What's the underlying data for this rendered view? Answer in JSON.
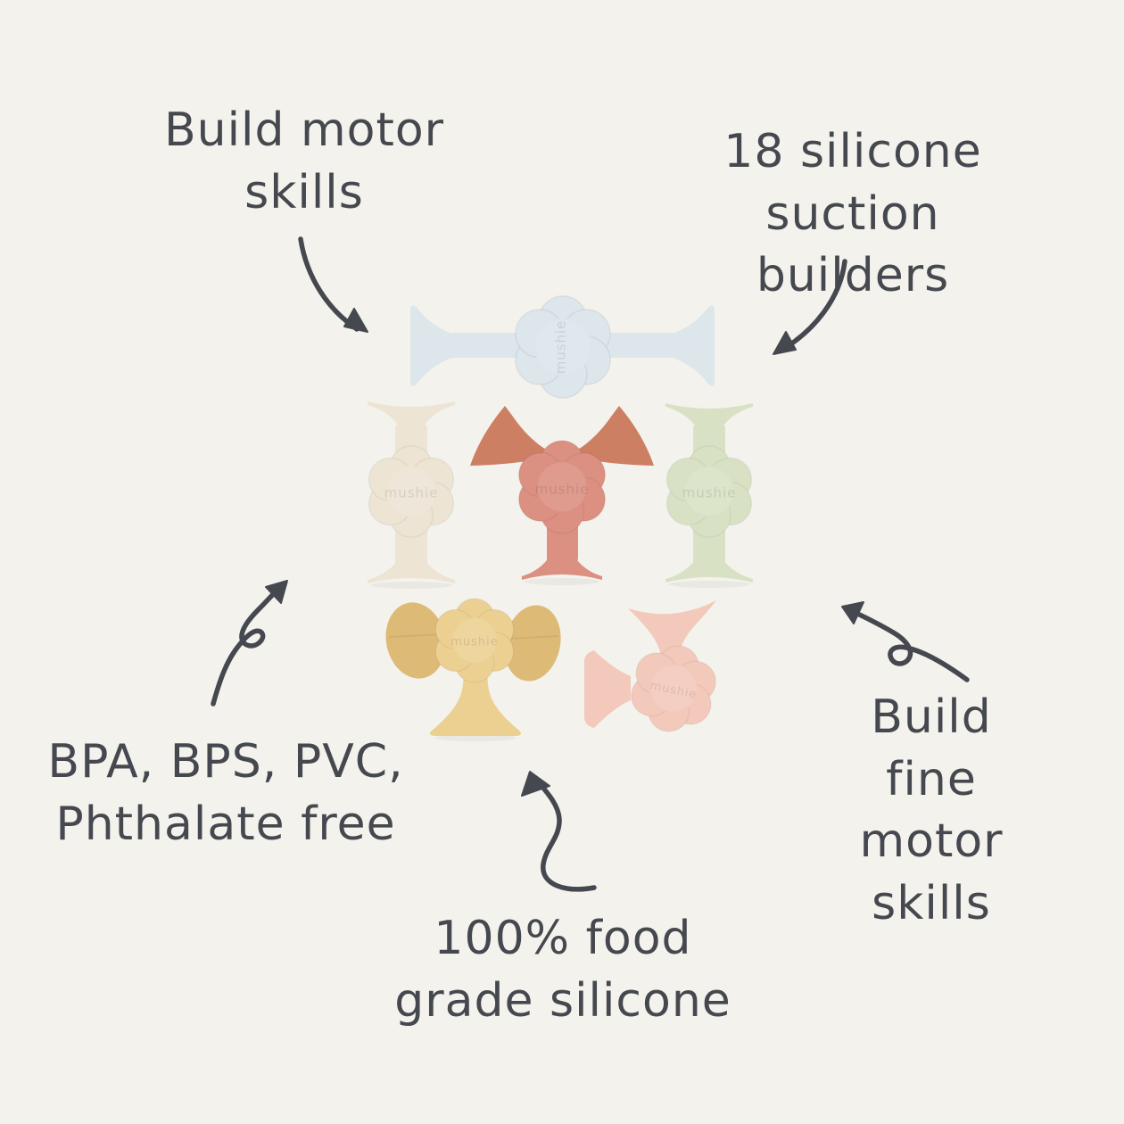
{
  "colors": {
    "bg": "#f4f2ed",
    "ink": "#45484e",
    "blue": "#dce6eb",
    "cream": "#ede4d4",
    "coral": "#db9082",
    "coral_deep": "#cd7f63",
    "sage": "#d9e1c5",
    "yellow": "#ecd092",
    "yellow_deep": "#ddbb77",
    "pink": "#f3c9bb"
  },
  "brand": {
    "embossed_logo": "mushie"
  },
  "annotations": {
    "build_motor": {
      "text": "Build motor\nskills"
    },
    "suction_builders": {
      "text": "18 silicone\nsuction builders"
    },
    "bpa_free": {
      "text": "BPA, BPS, PVC,\nPhthalate free"
    },
    "fine_motor": {
      "text": "Build fine\nmotor skills"
    },
    "food_grade": {
      "text": "100% food\ngrade silicone"
    }
  },
  "toys": [
    {
      "name": "horizontal bar suction builder",
      "color_key": "blue"
    },
    {
      "name": "spool suction builder",
      "color_key": "cream"
    },
    {
      "name": "winged suction builder",
      "color_key": "coral"
    },
    {
      "name": "spool suction builder",
      "color_key": "sage"
    },
    {
      "name": "side-cup suction builder",
      "color_key": "yellow"
    },
    {
      "name": "tilted suction builder",
      "color_key": "pink"
    }
  ]
}
